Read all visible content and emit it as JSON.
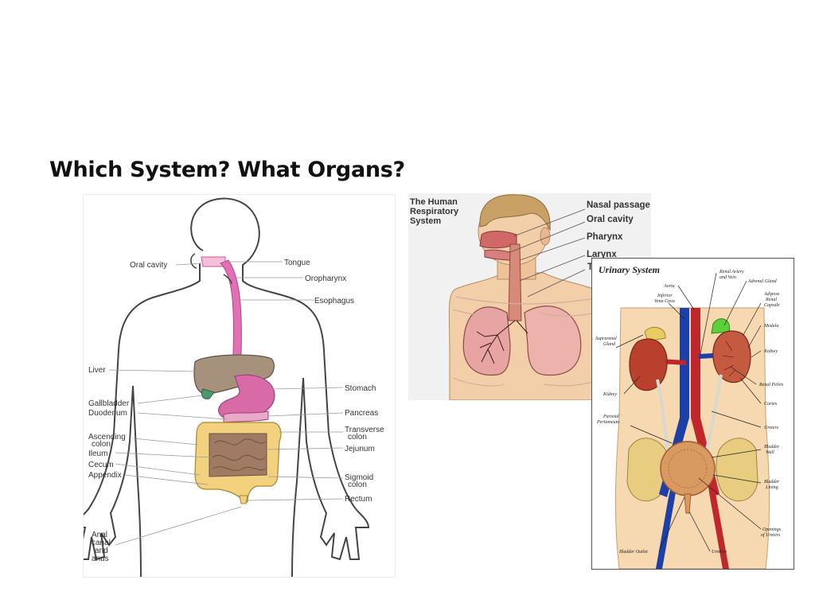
{
  "slide": {
    "title": "Which System? What Organs?"
  },
  "digestive": {
    "labels": [
      {
        "id": "oral-cavity",
        "text": "Oral cavity"
      },
      {
        "id": "tongue",
        "text": "Tongue"
      },
      {
        "id": "oropharynx",
        "text": "Oropharynx"
      },
      {
        "id": "esophagus",
        "text": "Esophagus"
      },
      {
        "id": "liver",
        "text": "Liver"
      },
      {
        "id": "stomach",
        "text": "Stomach"
      },
      {
        "id": "gallbladder",
        "text": "Gallbladder"
      },
      {
        "id": "duodenum",
        "text": "Duodenum"
      },
      {
        "id": "pancreas",
        "text": "Pancreas"
      },
      {
        "id": "transverse-1",
        "text": "Transverse"
      },
      {
        "id": "transverse-2",
        "text": "colon"
      },
      {
        "id": "jejunum",
        "text": "Jejunum"
      },
      {
        "id": "ascending-1",
        "text": "Ascending"
      },
      {
        "id": "ascending-2",
        "text": "colon"
      },
      {
        "id": "ileum",
        "text": "Ileum"
      },
      {
        "id": "cecum",
        "text": "Cecum"
      },
      {
        "id": "appendix",
        "text": "Appendix"
      },
      {
        "id": "sigmoid-1",
        "text": "Sigmoid"
      },
      {
        "id": "sigmoid-2",
        "text": "colon"
      },
      {
        "id": "rectum",
        "text": "Rectum"
      },
      {
        "id": "anal-1",
        "text": "Anal"
      },
      {
        "id": "anal-2",
        "text": "canal"
      },
      {
        "id": "anal-3",
        "text": "and"
      },
      {
        "id": "anal-4",
        "text": "anus"
      }
    ]
  },
  "respiratory": {
    "title_lines": [
      "The Human",
      "Respiratory",
      "System"
    ],
    "labels": [
      {
        "id": "nasal",
        "text": "Nasal passage"
      },
      {
        "id": "oral",
        "text": "Oral cavity"
      },
      {
        "id": "pharynx",
        "text": "Pharynx"
      },
      {
        "id": "larynx",
        "text": "Larynx"
      },
      {
        "id": "trachea-cut",
        "text": "T"
      }
    ]
  },
  "urinary": {
    "title": "Urinary System",
    "labels": [
      {
        "id": "renal-artery-1",
        "text": "Renal Artery"
      },
      {
        "id": "renal-artery-2",
        "text": "and Vein"
      },
      {
        "id": "aorta",
        "text": "Aorta"
      },
      {
        "id": "adrenal",
        "text": "Adrenal Gland"
      },
      {
        "id": "ivc-1",
        "text": "Inferior"
      },
      {
        "id": "ivc-2",
        "text": "Vena Cava"
      },
      {
        "id": "adipose-1",
        "text": "Adipose"
      },
      {
        "id": "adipose-2",
        "text": "Renal"
      },
      {
        "id": "adipose-3",
        "text": "Capsule"
      },
      {
        "id": "medula",
        "text": "Medula"
      },
      {
        "id": "suprarenal-1",
        "text": "Suprarenal"
      },
      {
        "id": "suprarenal-2",
        "text": "Gland"
      },
      {
        "id": "kidney-right",
        "text": "Kidney"
      },
      {
        "id": "renal-pelvis",
        "text": "Renal Pelvis"
      },
      {
        "id": "kidney-left",
        "text": "Kidney"
      },
      {
        "id": "cortex",
        "text": "Cortex"
      },
      {
        "id": "parietal-1",
        "text": "Parietal"
      },
      {
        "id": "parietal-2",
        "text": "Peritoneum"
      },
      {
        "id": "ureters",
        "text": "Ureters"
      },
      {
        "id": "bladder-wall-1",
        "text": "Bladder"
      },
      {
        "id": "bladder-wall-2",
        "text": "Wall"
      },
      {
        "id": "bladder-lining-1",
        "text": "Bladder"
      },
      {
        "id": "bladder-lining-2",
        "text": "Lining"
      },
      {
        "id": "openings-1",
        "text": "Openings"
      },
      {
        "id": "openings-2",
        "text": "of Ureters"
      },
      {
        "id": "bladder-outlet",
        "text": "Bladder Outlet"
      },
      {
        "id": "urethra",
        "text": "Urethra"
      }
    ]
  },
  "colors": {
    "esophagus": "#e36fb6",
    "liver": "#a6917d",
    "stomach": "#d96aa8",
    "colon": "#f3d27f",
    "small_intestine": "#a07a62",
    "skin": "#f2cfa8",
    "lung": "#e8a4a2",
    "artery": "#c0272d",
    "vein": "#1c3fa8",
    "kidney": "#b8402c"
  }
}
